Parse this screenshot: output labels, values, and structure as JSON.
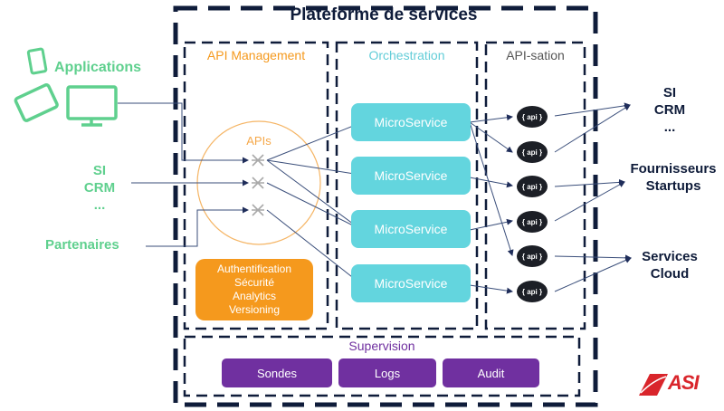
{
  "title": "Plateforme de services",
  "columns": {
    "api_management": "API Management",
    "orchestration": "Orchestration",
    "api_sation": "API-sation"
  },
  "apis_label": "APIs",
  "api_mgmt_features": [
    "Authentification",
    "Sécurité",
    "Analytics",
    "Versioning"
  ],
  "microservices": [
    "MicroService",
    "MicroService",
    "MicroService",
    "MicroService"
  ],
  "api_nodes": [
    "{ api }",
    "{ api }",
    "{ api }",
    "{ api }",
    "{ api }",
    "{ api }"
  ],
  "left_sources": {
    "applications": "Applications",
    "si": "SI",
    "crm": "CRM",
    "ellipsis": "...",
    "partenaires": "Partenaires"
  },
  "right_targets": {
    "group1": [
      "SI",
      "CRM",
      "..."
    ],
    "group2": [
      "Fournisseurs",
      "Startups"
    ],
    "group3": [
      "Services",
      "Cloud"
    ]
  },
  "supervision": {
    "label": "Supervision",
    "items": [
      "Sondes",
      "Logs",
      "Audit"
    ]
  },
  "logo": "ASI",
  "colors": {
    "navy": "#0f1c3a",
    "green": "#5fd08e",
    "orange": "#f5991d",
    "cyan": "#63d5de",
    "purple": "#7030a0",
    "red": "#d9252b",
    "line": "#3a4e7a"
  }
}
